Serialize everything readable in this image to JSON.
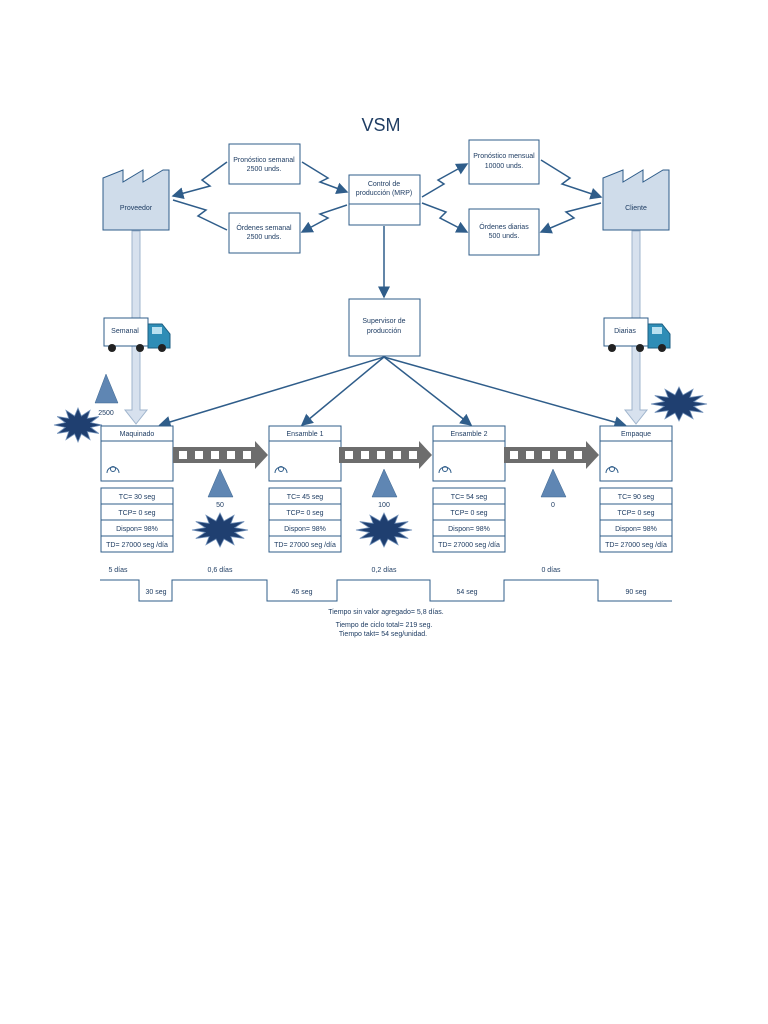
{
  "title": "VSM",
  "info_flow": {
    "pronostico_semanal": [
      "Pronóstico semanal",
      "2500 unds."
    ],
    "ordenes_semanal": [
      "Órdenes semanal",
      "2500 unds."
    ],
    "control": [
      "Control de",
      "producción (MRP)"
    ],
    "pronostico_mensual": [
      "Pronóstico mensual",
      "10000 unds."
    ],
    "ordenes_diarias": [
      "Órdenes diarias",
      "500 unds."
    ],
    "supervisor": [
      "Supervisor de",
      "producción"
    ]
  },
  "supplier": {
    "label": "Proveedor",
    "truck": "Semanal",
    "inventory": "2500"
  },
  "customer": {
    "label": "Cliente",
    "truck": "Diarias"
  },
  "processes": [
    {
      "name": "Maquinado",
      "tc": "TC= 30 seg",
      "tcp": "TCP= 0 seg",
      "dispon": "Dispon= 98%",
      "td": "TD= 27000 seg /día"
    },
    {
      "name": "Ensamble 1",
      "tc": "TC= 45 seg",
      "tcp": "TCP= 0 seg",
      "dispon": "Dispon= 98%",
      "td": "TD= 27000 seg /día"
    },
    {
      "name": "Ensamble 2",
      "tc": "TC= 54 seg",
      "tcp": "TCP= 0 seg",
      "dispon": "Dispon= 98%",
      "td": "TD= 27000 seg /día"
    },
    {
      "name": "Empaque",
      "tc": "TC= 90 seg",
      "tcp": "TCP= 0 seg",
      "dispon": "Dispon= 98%",
      "td": "TD= 27000 seg /día"
    }
  ],
  "inventories": [
    "50",
    "100",
    "0"
  ],
  "timeline": {
    "days": [
      "5 días",
      "0,6 días",
      "0,2 días",
      "0 días"
    ],
    "secs": [
      "30 seg",
      "45 seg",
      "54 seg",
      "90 seg"
    ]
  },
  "summary": {
    "line1": "Tiempo sin valor agregado= 5,8 días.",
    "line2": "Tiempo de ciclo total= 219 seg.",
    "line3": "Tiempo takt= 54 seg/unidad."
  },
  "colors": {
    "box_border": "#2f5d8a",
    "factory_fill": "#cfdcea",
    "triangle": "#5f86b3",
    "kaizen": "#1f3f70",
    "push_arrow": "#6d6d6d",
    "truck": "#2e8db6"
  }
}
